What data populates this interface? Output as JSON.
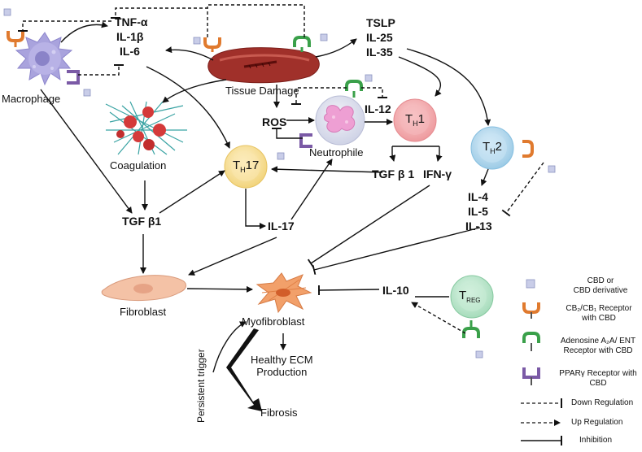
{
  "cytokines": {
    "tnf": "TNF-α",
    "il1b": "IL-1β",
    "il6": "IL-6",
    "tslp": "TSLP",
    "il25": "IL-25",
    "il35": "IL-35",
    "il12": "IL-12",
    "ros": "ROS",
    "tgfb1_top": "TGF β 1",
    "ifng": "IFN-γ",
    "il4": "IL-4",
    "il5": "IL-5",
    "il13": "IL-13",
    "tgfb1_left": "TGF β1",
    "il17": "IL-17",
    "il10": "IL-10"
  },
  "cells": {
    "macrophage": "Macrophage",
    "tissue_damage": "Tissue Damage",
    "neutrophile": "Neutrophile",
    "coagulation": "Coagulation",
    "th1_main": "T",
    "th1_sub": "H",
    "th1_num": "1",
    "th2_main": "T",
    "th2_sub": "H",
    "th2_num": "2",
    "th17_main": "T",
    "th17_sub": "H",
    "th17_num": "17",
    "treg_main": "T",
    "treg_sub": "REG",
    "fibroblast": "Fibroblast",
    "myofibroblast": "Myofibroblast",
    "healthy_ecm_1": "Healthy ECM",
    "healthy_ecm_2": "Production",
    "fibrosis": "Fibrosis",
    "persistent_trigger": "Persistent trigger"
  },
  "legend": {
    "cbd_1": "CBD or",
    "cbd_2": "CBD derivative",
    "cb2_1": "CB₂/CB₁ Receptor",
    "cb2_2": "with CBD",
    "adenosine_1": "Adenosine A₂A/ ENT",
    "adenosine_2": "Receptor with CBD",
    "ppar_1": "PPARγ Receptor with",
    "ppar_2": "CBD",
    "down": "Down Regulation",
    "up": "Up Regulation",
    "inhibition": "Inhibition"
  },
  "colors": {
    "cb_receptor": "#e07a2e",
    "adenosine_receptor": "#3aa04a",
    "ppar_receptor": "#7b5aa6",
    "cbd_square": "#c9cde8",
    "macrophage": "#a9a3dd",
    "tissue": "#a0302a",
    "th1": "#f2a3a6",
    "th2": "#b5d7ec",
    "th17": "#f6dc8e",
    "treg": "#b9e3c9",
    "fibroblast": "#f4c2a6",
    "neutrophil": "#ee9fd3"
  }
}
